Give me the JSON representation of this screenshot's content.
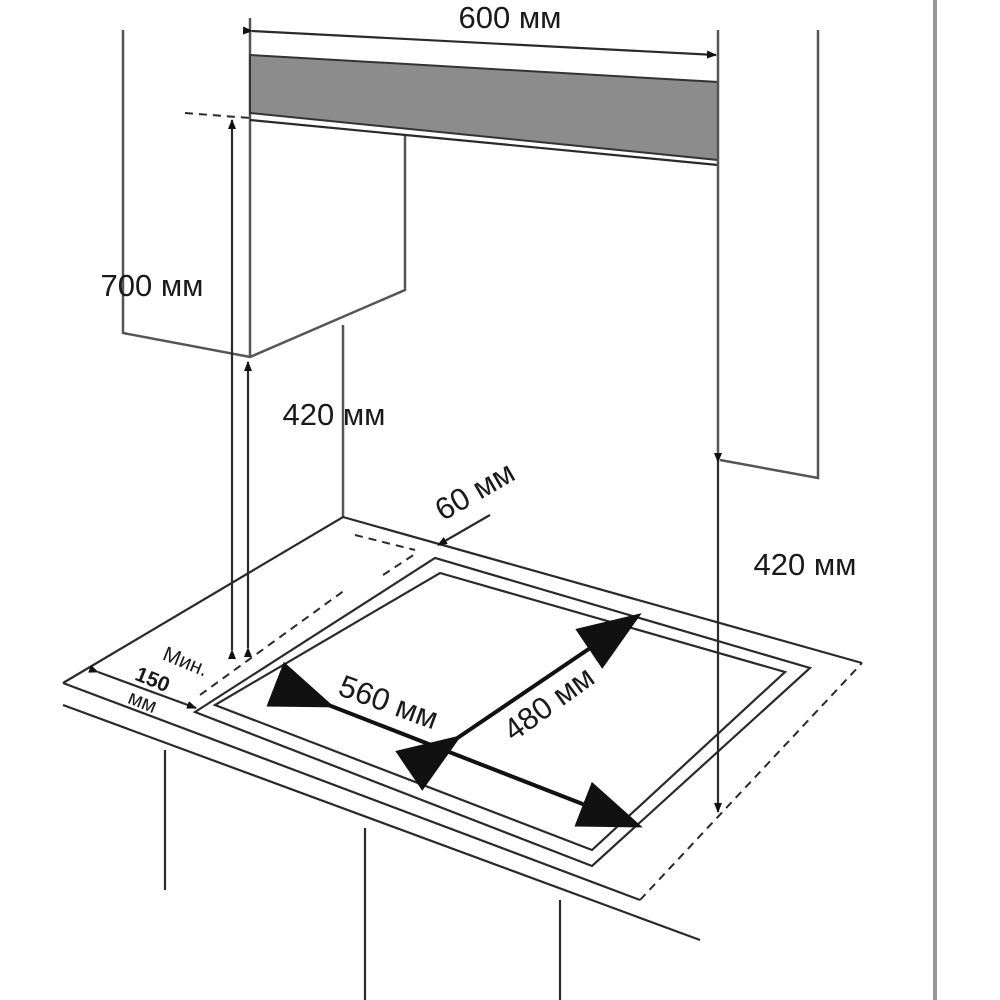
{
  "labels": {
    "hood_width": "600 мм",
    "cabinet_height": "700 мм",
    "left_clearance": "420 мм",
    "right_clearance": "420 мм",
    "rear_gap": "60 мм",
    "side_min_word": "Мин.",
    "side_min_value": "150",
    "side_min_unit": "мм",
    "cutout_width": "560 мм",
    "cutout_depth": "480 мм"
  },
  "colors": {
    "hood": "#8c8c8c",
    "lines": "#2a2a2a"
  }
}
